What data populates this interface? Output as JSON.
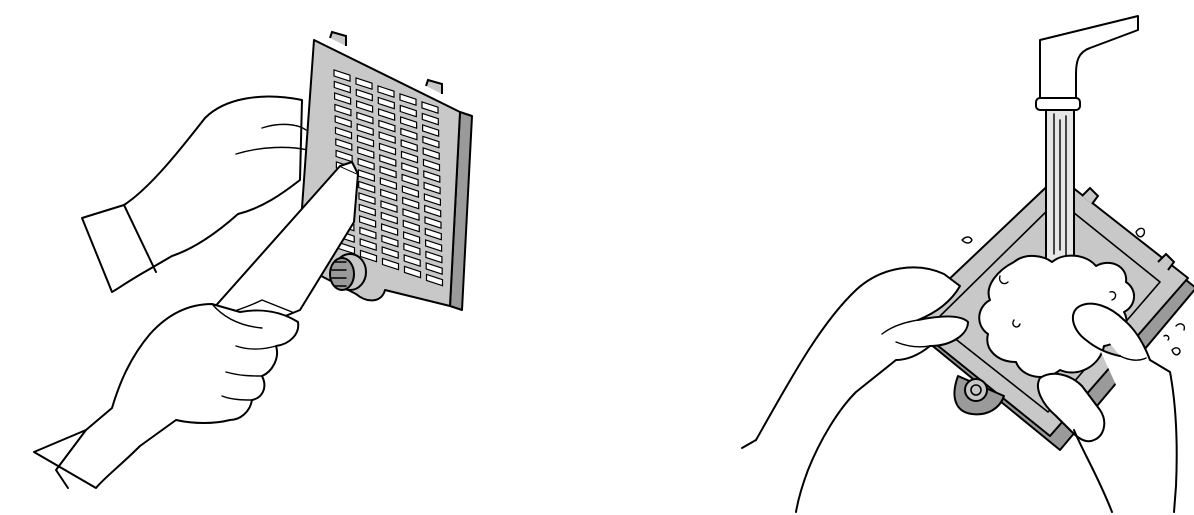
{
  "figure": {
    "panels": [
      {
        "id": "vacuum-filter",
        "icon": "filter-vacuum-illustration"
      },
      {
        "id": "wash-filter",
        "icon": "filter-rinse-illustration"
      }
    ],
    "colors": {
      "line": "#000000",
      "filter_fill": "#c8c8c8",
      "filter_dark": "#9a9a9a",
      "background": "#ffffff"
    }
  }
}
